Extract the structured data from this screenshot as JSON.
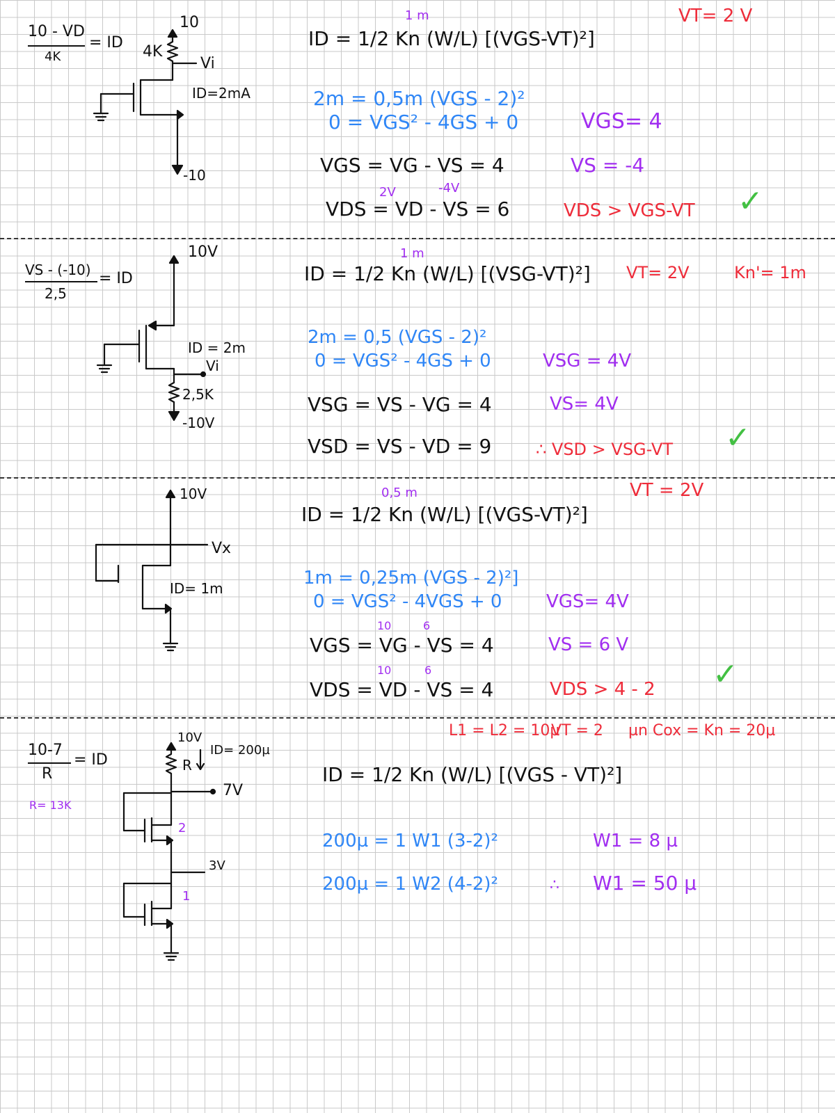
{
  "colors": {
    "ink": "#111111",
    "blue": "#2f86f6",
    "purple": "#a12ef0",
    "red": "#ee2c3a",
    "green": "#43c043"
  },
  "section1": {
    "vt": "VT= 2 V",
    "w_l_value": "1 m",
    "formula": "ID = 1/2 Kn (W/L) [(VGS-VT)²]",
    "eq1": "2m = 0,5m (VGS - 2)²",
    "eq2": "0 = VGS² - 4GS + 0",
    "vgs_result": "VGS= 4",
    "vgs_eq": "VGS = VG - VS = 4",
    "vs_result": "VS = -4",
    "vd_above": "2V",
    "vs_above": "-4V",
    "vds_eq": "VDS = VD - VS = 6",
    "vds_check": "VDS > VGS-VT",
    "side_num": "10 - VD",
    "side_den": "4K",
    "side_rhs": "= ID",
    "circuit": {
      "supply": "10",
      "resistor": "4K",
      "node": "Vi",
      "current": "ID=2mA",
      "neg": "-10"
    }
  },
  "section2": {
    "vt": "VT= 2V",
    "kn": "Kn'= 1m",
    "w_l_value": "1 m",
    "formula": "ID = 1/2 Kn (W/L) [(VSG-VT)²]",
    "eq1": "2m = 0,5 (VGS - 2)²",
    "eq2": "0 = VGS² - 4GS + 0",
    "vsg_result": "VSG = 4V",
    "vsg_eq": "VSG = VS - VG = 4",
    "vs_result": "VS= 4V",
    "vsd_eq": "VSD = VS - VD = 9",
    "vsd_check": "∴ VSD > VSG-VT",
    "side_num": "VS - (-10)",
    "side_den": "2,5",
    "side_rhs": "= ID",
    "circuit": {
      "supply": "10V",
      "current": "ID = 2m",
      "node": "Vi",
      "resistor": "2,5K",
      "neg": "-10V"
    }
  },
  "section3": {
    "vt": "VT = 2V",
    "w_l_value": "0,5 m",
    "formula": "ID = 1/2 Kn (W/L) [(VGS-VT)²]",
    "eq1": "1m = 0,25m (VGS - 2)²]",
    "eq2": "0 = VGS² - 4VGS + 0",
    "vgs_result": "VGS= 4V",
    "vg_above": "10",
    "vs_above": "6",
    "vgs_eq": "VGS = VG - VS = 4",
    "vs_result": "VS = 6 V",
    "vd_above": "10",
    "vs_above2": "6",
    "vds_eq": "VDS = VD - VS = 4",
    "vds_check": "VDS > 4 - 2",
    "circuit": {
      "supply": "10V",
      "node": "Vx",
      "current": "ID= 1m"
    }
  },
  "section4": {
    "l_values": "L1 = L2 = 10µ",
    "vt": "VT = 2",
    "kn": "µn Cox = Kn = 20µ",
    "formula": "ID = 1/2 Kn (W/L) [(VGS - VT)²]",
    "eq1": "200µ = 1 W1 (3-2)²",
    "w1_result": "W1 = 8 µ",
    "eq2": "200µ = 1 W2 (4-2)²",
    "therefore": "∴",
    "w2_result": "W1 = 50 µ",
    "side_num": "10-7",
    "side_den": "R",
    "side_rhs": "= ID",
    "r_value": "R= 13K",
    "circuit": {
      "supply": "10V",
      "resistor": "R",
      "current": "ID= 200µ",
      "node_top": "7V",
      "m2": "2",
      "node_mid": "3V",
      "m1": "1"
    }
  }
}
